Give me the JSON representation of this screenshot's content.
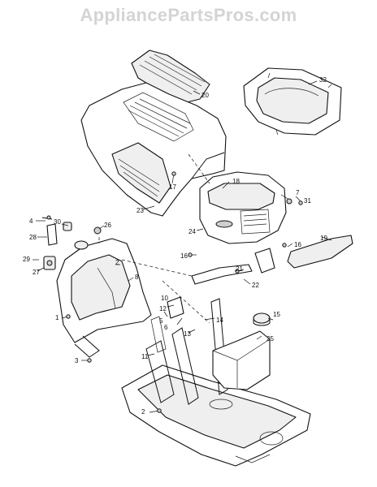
{
  "watermark": "AppliancePartsPros.com",
  "callouts": {
    "c1": "1",
    "c2a": "2",
    "c2b": "2",
    "c3": "3",
    "c4": "4",
    "c5": "5",
    "c6": "6",
    "c7": "7",
    "c8": "8",
    "c10": "10",
    "c11": "11",
    "c12": "12",
    "c13": "13",
    "c14": "14",
    "c15": "15",
    "c16a": "16",
    "c16b": "16",
    "c17": "17",
    "c18": "18",
    "c19": "19",
    "c20": "20",
    "c21": "21",
    "c22": "22",
    "c23": "23",
    "c24": "24",
    "c25": "25",
    "c26": "26",
    "c27": "27",
    "c28": "28",
    "c29": "29",
    "c30": "30",
    "c31": "31",
    "c32": "32"
  }
}
